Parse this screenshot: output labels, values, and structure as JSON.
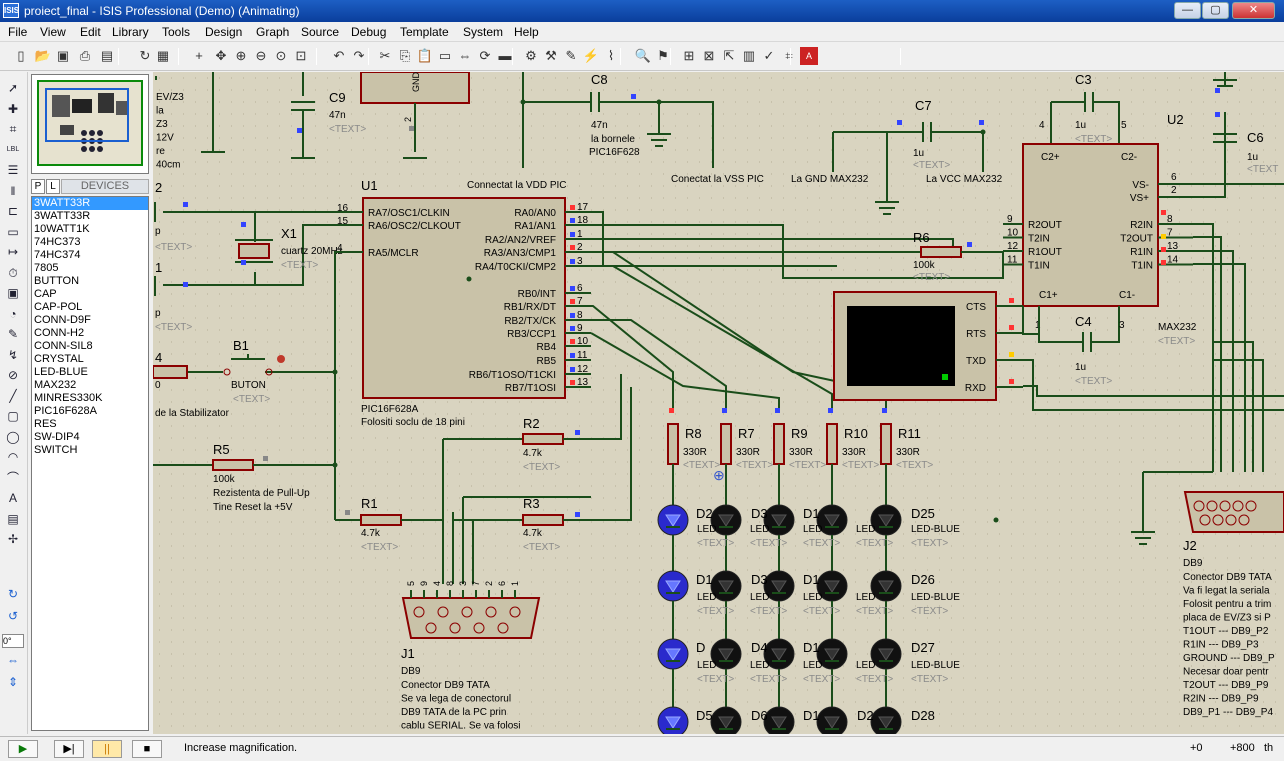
{
  "window": {
    "title": "proiect_final - ISIS Professional (Demo) (Animating)",
    "icon": "ISIS",
    "min": "—",
    "max": "▢",
    "close": "✕"
  },
  "menu": [
    "File",
    "View",
    "Edit",
    "Library",
    "Tools",
    "Design",
    "Graph",
    "Source",
    "Debug",
    "Template",
    "System",
    "Help"
  ],
  "toolbar_icons": [
    "new-icon",
    "open-icon",
    "save-icon",
    "print-icon",
    "print-setup-icon",
    "refresh-icon",
    "grid-icon",
    "origin-icon",
    "pan-icon",
    "zoom-in-icon",
    "zoom-out-icon",
    "zoom-all-icon",
    "zoom-area-icon",
    "undo-icon",
    "redo-icon",
    "cut-icon",
    "copy-icon",
    "paste-icon",
    "block-copy-icon",
    "block-move-icon",
    "block-rotate-icon",
    "block-delete-icon",
    "pick-device-icon",
    "make-device-icon",
    "packaging-icon",
    "decompose-icon",
    "wire-autorouter-icon",
    "search-icon",
    "property-tool-icon",
    "new-sheet-icon",
    "remove-sheet-icon",
    "exit-to-parent-icon",
    "bill-of-materials-icon",
    "erc-icon",
    "netlist-icon",
    "ares-icon"
  ],
  "left_tools": [
    "selection-icon",
    "component-icon",
    "junction-icon",
    "wire-label-icon",
    "text-script-icon",
    "bus-icon",
    "subcircuit-icon",
    "terminal-icon",
    "pin-icon",
    "graph-icon",
    "tape-icon",
    "generator-icon",
    "voltage-probe-icon",
    "current-probe-icon",
    "instrument-icon",
    "line-icon",
    "box-icon",
    "circle-icon",
    "arc-icon",
    "path-icon",
    "text-icon",
    "symbol-icon",
    "marker-icon",
    "rotate-cw-icon",
    "rotate-ccw-icon",
    "angle-field",
    "mirror-x-icon",
    "mirror-y-icon"
  ],
  "rotation": "0°",
  "devices": {
    "tab_p": "P",
    "tab_l": "L",
    "header": "DEVICES",
    "selected": 0,
    "items": [
      "3WATT33R",
      "3WATT33R",
      "10WATT1K",
      "74HC373",
      "74HC374",
      "7805",
      "BUTTON",
      "CAP",
      "CAP-POL",
      "CONN-D9F",
      "CONN-H2",
      "CONN-SIL8",
      "CRYSTAL",
      "LED-BLUE",
      "MAX232",
      "MINRES330K",
      "PIC16F628A",
      "RES",
      "SW-DIP4",
      "SWITCH"
    ]
  },
  "sim": {
    "play": "▶",
    "step": "▶|",
    "pause": "||",
    "stop": "■"
  },
  "status": {
    "message": "Increase magnification.",
    "x": "+0",
    "y": "+800",
    "unit": "th"
  },
  "schematic": {
    "bg": "#d9d4c0",
    "wire": "#1a4d1a",
    "outline": "#8b0000",
    "fill": "#c9c2a8",
    "textgrey": "#8a8a8a",
    "led": "#2a2acc",
    "top_left_text": [
      "EV/Z3",
      "la",
      "Z3",
      "12V",
      "re",
      "40cm"
    ],
    "c9": [
      "C9",
      "47n",
      "<TEXT>"
    ],
    "c8": [
      "C8",
      "47n",
      "la bornele",
      "PIC16F628"
    ],
    "c7": [
      "C7",
      "1u",
      "<TEXT>"
    ],
    "c3": [
      "C3",
      "1u",
      "<TEXT>"
    ],
    "c4": [
      "C4",
      "1u",
      "<TEXT>"
    ],
    "c6": [
      "C6",
      "1u",
      "<TEXT"
    ],
    "gnd_pin": "GND",
    "pin2": "2",
    "notes": [
      "Connectat la VDD PIC",
      "Conectat la VSS PIC",
      "La GND MAX232",
      "La VCC MAX232"
    ],
    "u1": {
      "ref": "U1",
      "part": "PIC16F628A",
      "note": "Folositi soclu de 18 pini",
      "left": [
        "RA7/OSC1/CLKIN",
        "RA6/OSC2/CLKOUT",
        "RA5/MCLR"
      ],
      "left_nums": [
        "16",
        "15",
        "4"
      ],
      "right": [
        "RA0/AN0",
        "RA1/AN1",
        "RA2/AN2/VREF",
        "RA3/AN3/CMP1",
        "RA4/T0CKI/CMP2",
        "RB0/INT",
        "RB1/RX/DT",
        "RB2/TX/CK",
        "RB3/CCP1",
        "RB4",
        "RB5",
        "RB6/T1OSO/T1CKI",
        "RB7/T1OSI"
      ],
      "right_nums": [
        "17",
        "18",
        "1",
        "2",
        "3",
        "6",
        "7",
        "8",
        "9",
        "10",
        "11",
        "12",
        "13"
      ]
    },
    "x1": [
      "X1",
      "cuartz 20MHz",
      "<TEXT>"
    ],
    "left_side": [
      "2",
      "p",
      "<TEXT>",
      "1",
      "p",
      "<TEXT>",
      "4",
      "0",
      "de la Stabilizator"
    ],
    "b1": [
      "B1",
      "BUTON",
      "<TEXT>"
    ],
    "r5": [
      "R5",
      "100k",
      "Rezistenta de Pull-Up",
      "Tine Reset la +5V"
    ],
    "r1": [
      "R1",
      "4.7k",
      "<TEXT>"
    ],
    "r2": [
      "R2",
      "4.7k",
      "<TEXT>"
    ],
    "r3": [
      "R3",
      "4.7k",
      "<TEXT>"
    ],
    "r6": [
      "R6",
      "100k",
      "<TEXT>"
    ],
    "j1": {
      "ref": "J1",
      "part": "DB9",
      "pins": [
        "5",
        "9",
        "4",
        "8",
        "3",
        "7",
        "2",
        "6",
        "1"
      ],
      "notes": [
        "Conector DB9 TATA",
        "Se va lega de conectorul",
        "DB9 TATA de la PC prin",
        "cablu SERIAL. Se va folosi"
      ]
    },
    "u2": {
      "ref": "U2",
      "part": "MAX232",
      "text": "<TEXT>",
      "top": [
        "C2+",
        "C2-"
      ],
      "pins_top": [
        "4",
        "5"
      ],
      "right_top": [
        "VS-",
        "VS+"
      ],
      "right_top_nums": [
        "6",
        "2"
      ],
      "left": [
        "R2OUT",
        "T2IN",
        "R1OUT",
        "T1IN"
      ],
      "left_nums": [
        "9",
        "10",
        "12",
        "11"
      ],
      "right": [
        "R2IN",
        "T2OUT",
        "R1IN",
        "T1IN"
      ],
      "right_nums": [
        "8",
        "7",
        "13",
        "14"
      ],
      "bottom": [
        "C1+",
        "C1-"
      ],
      "bottom_nums": [
        "1",
        "3"
      ]
    },
    "terminal": {
      "pins": [
        "CTS",
        "RTS",
        "TXD",
        "RXD"
      ]
    },
    "resistors": [
      [
        "R8",
        "330R"
      ],
      [
        "R7",
        "330R"
      ],
      [
        "R9",
        "330R"
      ],
      [
        "R10",
        "330R"
      ],
      [
        "R11",
        "330R"
      ]
    ],
    "led_labels": [
      "D25",
      "LED-BLUE",
      "D26",
      "LED-BLUE",
      "D27",
      "LED-BLUE",
      "D28",
      "D2",
      "LED",
      "D3",
      "D4",
      "D5",
      "D6",
      "D1",
      "<TEXT>"
    ],
    "j2": {
      "ref": "J2",
      "part": "DB9",
      "notes": [
        "Conector DB9 TATA",
        "Va fi legat la seriala",
        "Folosit pentru a trim",
        "placa de EV/Z3 si P",
        "T1OUT --- DB9_P2",
        "R1IN --- DB9_P3",
        "GROUND --- DB9_P",
        "Necesar doar pentr",
        "T2OUT --- DB9_P9",
        "R2IN --- DB9_P9",
        "DB9_P1 --- DB9_P4"
      ]
    }
  }
}
